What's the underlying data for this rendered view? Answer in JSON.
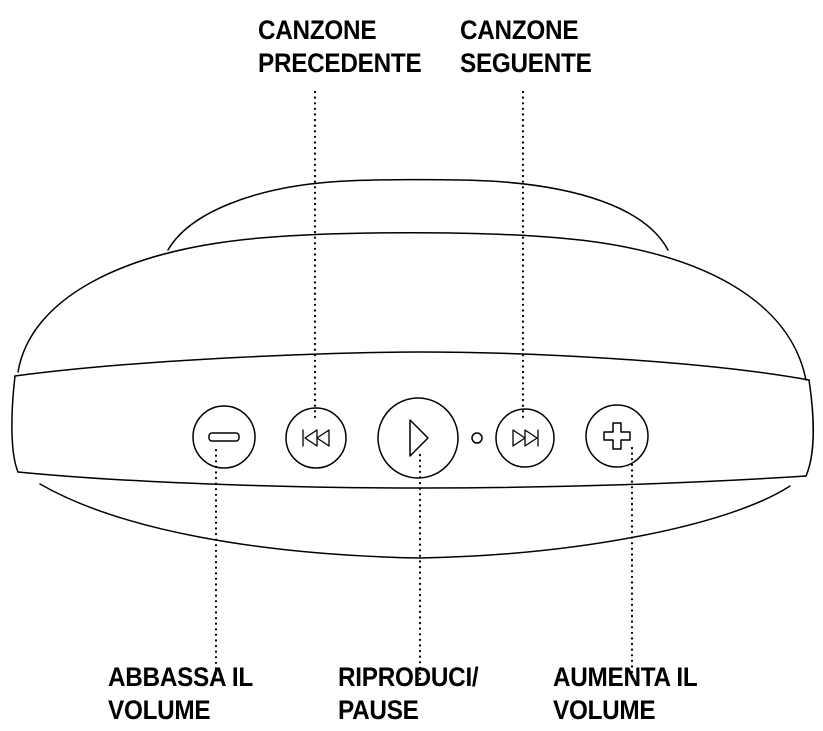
{
  "labels": {
    "prev": {
      "line1": "CANZONE",
      "line2": "PRECEDENTE"
    },
    "next": {
      "line1": "CANZONE",
      "line2": "SEGUENTE"
    },
    "vol_down": {
      "line1": "ABBASSA IL",
      "line2": "VOLUME"
    },
    "play_pause": {
      "line1": "RIPRODUCI/",
      "line2": "PAUSE"
    },
    "vol_up": {
      "line1": "AUMENTA IL",
      "line2": "VOLUME"
    }
  },
  "buttons": [
    {
      "name": "volume-down-button",
      "icon": "minus-icon"
    },
    {
      "name": "previous-track-button",
      "icon": "skip-back-icon"
    },
    {
      "name": "play-pause-button",
      "icon": "play-icon"
    },
    {
      "name": "status-led",
      "icon": "led-dot-icon"
    },
    {
      "name": "next-track-button",
      "icon": "skip-forward-icon"
    },
    {
      "name": "volume-up-button",
      "icon": "plus-icon"
    }
  ],
  "colors": {
    "line": "#000000",
    "background": "#ffffff"
  }
}
